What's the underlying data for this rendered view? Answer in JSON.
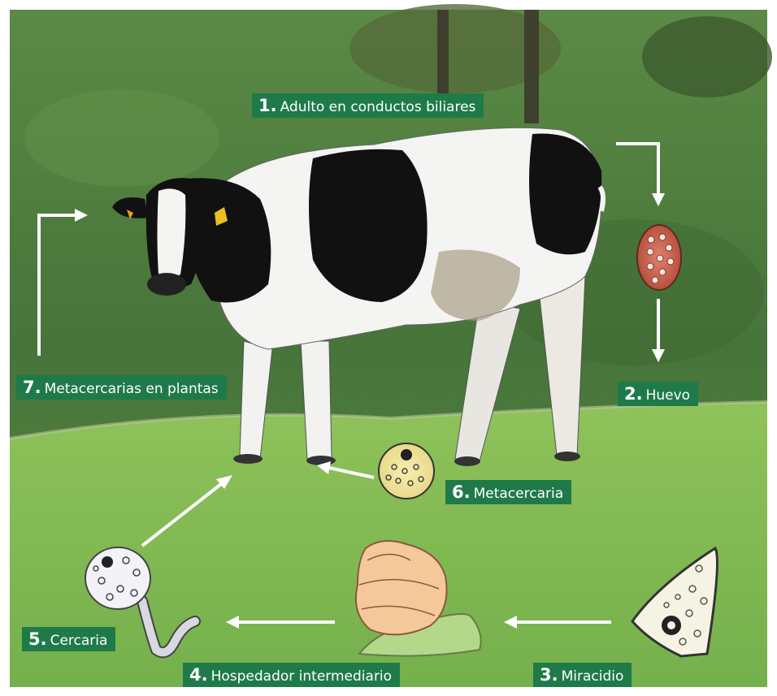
{
  "stages": [
    {
      "num": "1.",
      "text": "Adulto en conductos biliares"
    },
    {
      "num": "2.",
      "text": "Huevo"
    },
    {
      "num": "3.",
      "text": "Miracidio"
    },
    {
      "num": "4.",
      "text": "Hospedador intermediario"
    },
    {
      "num": "5.",
      "text": "Cercaria"
    },
    {
      "num": "6.",
      "text": "Metacercaria"
    },
    {
      "num": "7.",
      "text": "Metacercarias en plantas"
    }
  ],
  "colors": {
    "label_bg": "#1f7a4a",
    "label_text": "#ffffff",
    "arrow": "#ffffff",
    "grass": "#7fb84a",
    "hillside": "#4c7a3a"
  },
  "icons": [
    "cow-illustration",
    "egg-icon",
    "miracidium-icon",
    "snail-icon",
    "cercaria-icon",
    "metacercaria-icon"
  ]
}
